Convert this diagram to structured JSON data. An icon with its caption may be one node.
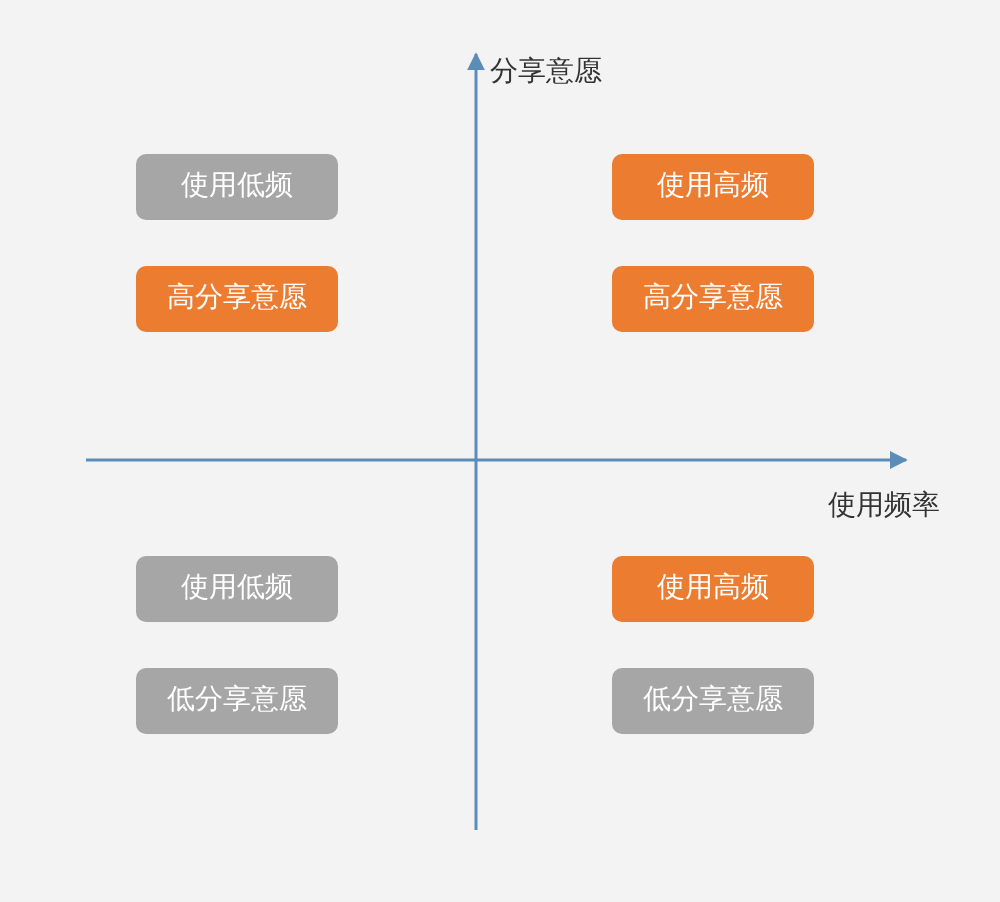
{
  "diagram": {
    "nodes": [
      {
        "text": [
          "使用低频"
        ]
      },
      {
        "text": [
          "使用高频"
        ]
      },
      {
        "text": [
          "高分享意愿"
        ]
      },
      {
        "text": [
          "高分享意愿"
        ]
      },
      {
        "text": [
          "使用低频"
        ]
      },
      {
        "text": [
          "使用高频"
        ]
      },
      {
        "text": [
          "低分享意愿"
        ]
      },
      {
        "text": [
          "低分享意愿"
        ]
      }
    ],
    "labels": [
      "分享意愿",
      "使用频率"
    ]
  }
}
